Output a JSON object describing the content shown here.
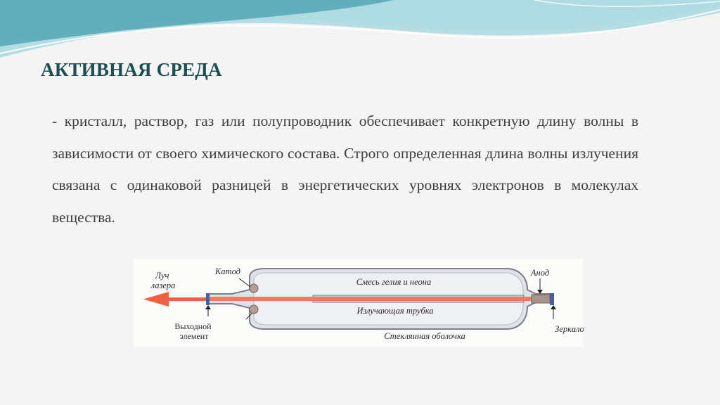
{
  "slide": {
    "title": "АКТИВНАЯ СРЕДА",
    "body": "- кристалл, раствор, газ или полупроводник обеспечивает конкретную длину волны в зависимости от своего химического состава. Строго определенная длина волны излучения связана с одинаковой разницей в энергетических уровнях электронов в молекулах вещества."
  },
  "colors": {
    "title": "#1d4f52",
    "wave_dark": "#5aa9b8",
    "wave_light": "#a9d8e0",
    "beam": "#f07a5a",
    "tube_glass": "#d9dce3",
    "arrow": "#f06040"
  },
  "diagram": {
    "labels": {
      "beam": "Луч лазера",
      "cathode": "Катод",
      "anode": "Анод",
      "gas": "Смесь гелия и неона",
      "tube": "Излучающая трубка",
      "shell": "Стеклянная оболочка",
      "output": "Выходной элемент",
      "mirror": "Зеркало"
    },
    "icons": [
      "laser-beam-arrow-icon"
    ]
  }
}
